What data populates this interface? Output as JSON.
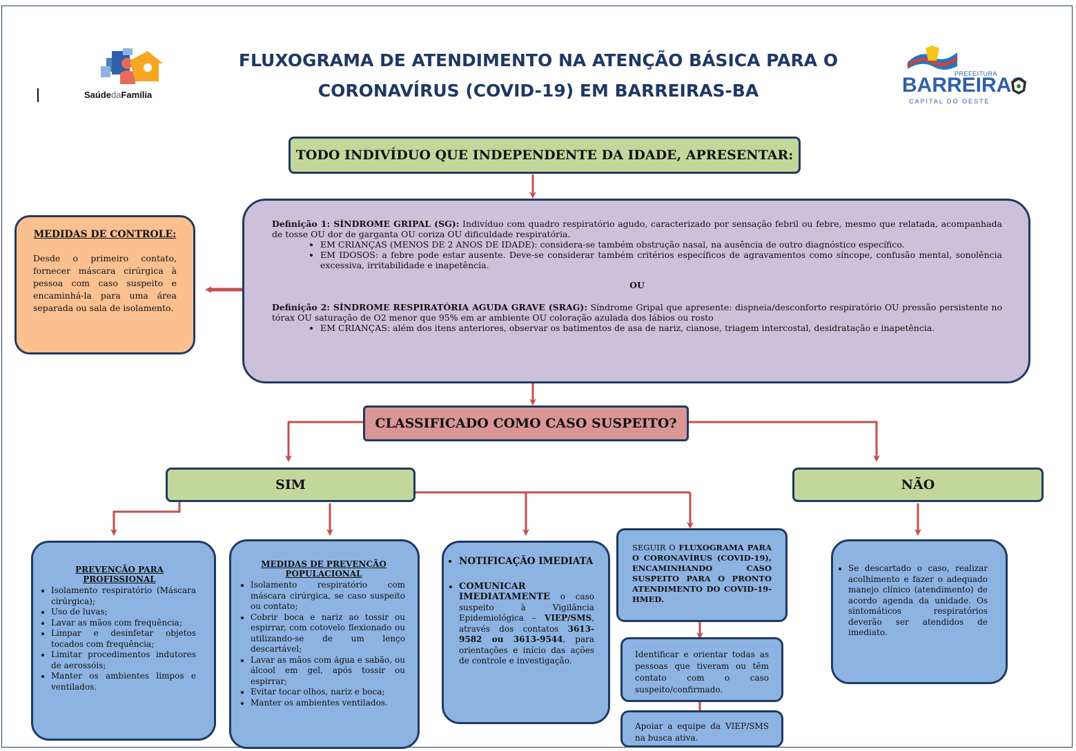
{
  "header": {
    "title_line1": "FLUXOGRAMA DE ATENDIMENTO NA ATENÇÃO BÁSICA PARA O",
    "title_line2": "CORONAVÍRUS (COVID-19) EM BARREIRAS-BA",
    "left_logo": {
      "text_bold": "Saúde",
      "text_light": "da",
      "text_bold2": "Família"
    },
    "right_logo": {
      "prefeitura": "PREFEITURA",
      "city": "BARREIRAS",
      "tagline": "CAPITAL DO OESTE"
    }
  },
  "top_box": "TODO INDIVÍDUO QUE INDEPENDENTE DA IDADE, APRESENTAR:",
  "definitions": {
    "def1_label": "Definição 1: SÍNDROME GRIPAL (SG):",
    "def1_text": " Indivíduo com quadro respiratório agudo, caracterizado por sensação febril ou febre, mesmo que relatada, acompanhada de tosse OU dor de garganta OU coriza OU dificuldade respiratória.",
    "def1_bullets": [
      "EM CRIANÇAS (MENOS DE 2 ANOS DE IDADE): considera-se também obstrução nasal, na ausência de outro diagnóstico específico.",
      "EM IDOSOS: a febre pode estar ausente. Deve-se considerar também critérios específicos de agravamentos como síncope, confusão mental, sonolência excessiva, irritabilidade e inapetência."
    ],
    "or_text": "OU",
    "def2_label": "Definição 2: SÍNDROME RESPIRATÓRIA AGUDA GRAVE (SRAG):",
    "def2_text": " Síndrome Gripal que apresente: dispneia/desconforto respiratório OU pressão persistente no tórax OU saturação de O2 menor que 95% em ar ambiente OU coloração azulada dos lábios ou rosto",
    "def2_bullets": [
      "EM CRIANÇAS: além dos itens anteriores, observar os batimentos de asa de nariz, cianose, triagem intercostal, desidratação e inapetência."
    ]
  },
  "control": {
    "title": "MEDIDAS DE CONTROLE:",
    "text": "Desde o primeiro contato, fornecer máscara cirúrgica à pessoa com caso suspeito e encaminhá-la para uma área separada ou sala de isolamento."
  },
  "question": "CLASSIFICADO COMO CASO SUSPEITO?",
  "yes": "SIM",
  "no": "NÃO",
  "prof": {
    "title": "PREVENÇÃO PARA PROFISSIONAL",
    "items": [
      "Isolamento respiratório (Máscara cirúrgica);",
      "Uso de luvas;",
      "Lavar as mãos com frequência;",
      "Limpar e desinfetar objetos tocados com frequência;",
      "Limitar procedimentos indutores de aerossóis;",
      "Manter os ambientes limpos e ventilados."
    ]
  },
  "pop": {
    "title": "MEDIDAS DE PREVENÇÃO POPULACIONAL",
    "items": [
      "Isolamento respiratório com máscara cirúrgica, se caso suspeito ou contato;",
      "Cobrir boca e nariz ao tossir ou espirrar, com cotovelo flexionado ou utilizando-se de um lenço descartável;",
      "Lavar as mãos com água e sabão, ou álcool em gel, após tossir ou espirrar;",
      "Evitar tocar olhos, nariz e boca;",
      "Manter os ambientes ventilados."
    ]
  },
  "notif": {
    "item1": "NOTIFICAÇÃO IMEDIATA",
    "item2_bold": "COMUNICAR IMEDIATAMENTE",
    "item2_text_a": " o caso suspeito à Vigilância Epidemiológica – ",
    "item2_bold_b": "VIEP/SMS",
    "item2_text_b": ", através dos contatos ",
    "phone1": "3613-9582",
    "or": " ou ",
    "phone2": "3613-9544",
    "item2_text_c": ", para orientações e início das ações de controle e investigação."
  },
  "follow": {
    "text_a": "SEGUIR O ",
    "text_b": "FLUXOGRAMA PARA O CORONAVÍRUS (COVID-19), ENCAMINHANDO CASO SUSPEITO PARA O PRONTO ATENDIMENTO DO COVID-19- HMED."
  },
  "identify": "Identificar e orientar todas as pessoas que tiveram ou têm contato com o caso suspeito/confirmado.",
  "support": "Apoiar a equipe da VIEP/SMS na busca ativa.",
  "discard": "Se descartado o caso, realizar acolhimento e fazer o adequado manejo clínico (atendimento) de acordo agenda da unidade. Os sintomáticos respiratórios deverão ser atendidos de imediato.",
  "colors": {
    "frame": "#1f3a5f",
    "green": "#c4d79b",
    "purple": "#ccc0da",
    "orange": "#fac090",
    "red_box": "#da9694",
    "blue": "#8db3e2",
    "arrow": "#c0504d",
    "title": "#1f3864"
  }
}
